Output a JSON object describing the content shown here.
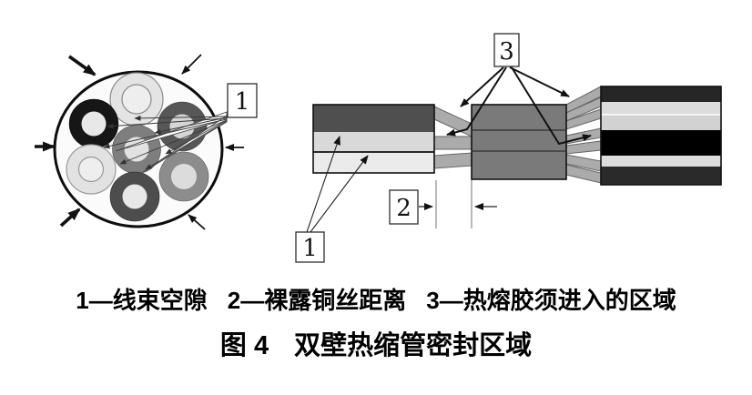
{
  "figure": {
    "legend_items": [
      "1—线束空隙",
      "2—裸露铜丝距离",
      "3—热熔胶须进入的区域"
    ],
    "caption_prefix": "图 4",
    "caption_title": "双壁热缩管密封区域"
  },
  "callouts": {
    "one": "1",
    "two": "2",
    "three": "3"
  },
  "left_diagram": {
    "jacket_fill": "#fbfbfb",
    "rings": [
      {
        "name": "top-light-wire",
        "color": "#e4e4e4",
        "hole": "#eeeeee"
      },
      {
        "name": "black-wire",
        "color": "#161616",
        "hole": "#e8e8e8"
      },
      {
        "name": "dark-gray-wire",
        "color": "#575757",
        "hole": "#d6d6d6"
      },
      {
        "name": "left-light-wire",
        "color": "#e2e2e2",
        "hole": "#eeeeee"
      },
      {
        "name": "mid-gray-wire",
        "color": "#8c8c8c",
        "hole": "#dcdcdc"
      },
      {
        "name": "center-gray-wire",
        "color": "#7e7e7e",
        "hole": "#e2e2e2"
      },
      {
        "name": "bottom-dark-wire",
        "color": "#4d4d4d",
        "hole": "#e8e8e8"
      }
    ]
  },
  "right_diagram": {
    "strand_color": "#ababab",
    "sleeve_color": "#7a7a7a",
    "left_block_bands": [
      "#4f4f4f",
      "#d9d9d9",
      "#ebebeb"
    ],
    "right_block_bands": [
      "#262626",
      "#dcdcdc",
      "#d2d2d2",
      "#000000",
      "#dcdcdc",
      "#2a2a2a"
    ]
  }
}
